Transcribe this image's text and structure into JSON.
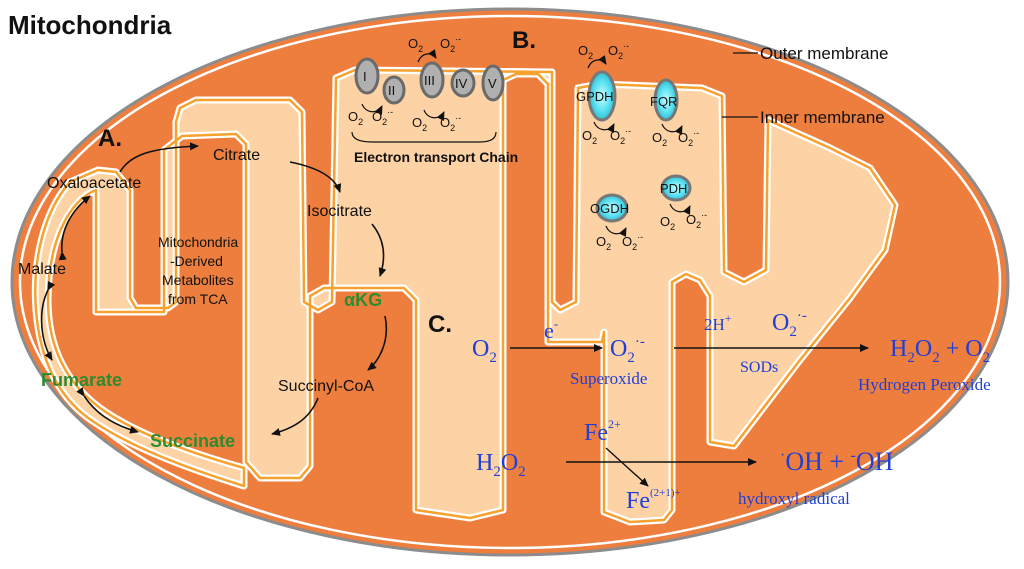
{
  "title": "Mitochondria",
  "labels": {
    "outer_membrane": "Outer membrane",
    "inner_membrane": "Inner membrane",
    "section_a": "A.",
    "section_b": "B.",
    "section_c": "C."
  },
  "tca": {
    "citrate": "Citrate",
    "isocitrate": "Isocitrate",
    "akg": "αKG",
    "succinyl_coa": "Succinyl-CoA",
    "succinate": "Succinate",
    "fumarate": "Fumarate",
    "malate": "Malate",
    "oxaloacetate": "Oxaloacetate",
    "center_line1": "Mitochondria",
    "center_line2": "-Derived",
    "center_line3": "Metabolites",
    "center_line4": "from TCA"
  },
  "etc": {
    "complexes": [
      "I",
      "II",
      "III",
      "IV",
      "V"
    ],
    "label": "Electron transport Chain"
  },
  "enzymes": {
    "gpdh": "GPDH",
    "fqr": "FQR",
    "ogdh": "OGDH",
    "pdh": "PDH"
  },
  "species": {
    "o2": "O",
    "sub2": "2",
    "radical": "·-"
  },
  "reactions": {
    "o2": "O",
    "electron": "e",
    "minus": "-",
    "superoxide_label": "Superoxide",
    "two_h": "2H",
    "plus": "+",
    "sods": "SODs",
    "h": "H",
    "plus_sign": "+",
    "hydrogen_peroxide": "Hydrogen Peroxide",
    "fe": "Fe",
    "fe_charge": "2+",
    "fe_product_charge": "(2+1)+",
    "oh_product": "OH + ",
    "oh_dot": "·",
    "oh2": "OH",
    "hydroxyl_radical": "hydroxyl radical"
  },
  "colors": {
    "outer_fill": "#ee7e3e",
    "inner_fill": "#fdd2a4",
    "membrane_white": "#ffffff",
    "membrane_orange": "#f7a12e",
    "text_blue": "#1f3fd6",
    "text_green": "#2e8b2e",
    "complex_gray": "#8b8b8b",
    "complex_cyan": "#5ee3f2"
  }
}
